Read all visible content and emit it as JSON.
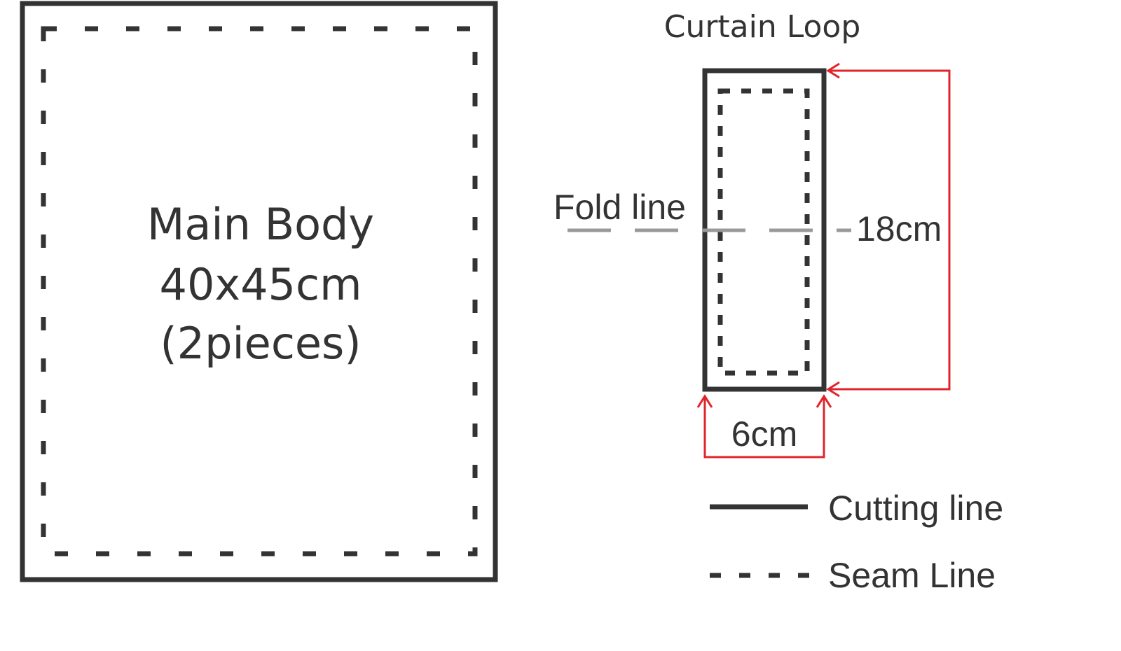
{
  "main_body": {
    "line1": "Main Body",
    "line2": "40x45cm",
    "line3": "(2pieces)"
  },
  "curtain_loop": {
    "title": "Curtain Loop",
    "fold_label": "Fold line",
    "height_label": "18cm",
    "width_label": "6cm"
  },
  "legend": {
    "cutting": "Cutting line",
    "seam": "Seam Line"
  },
  "colors": {
    "outline": "#333333",
    "dimension": "#e0242b",
    "fold": "#999999"
  }
}
